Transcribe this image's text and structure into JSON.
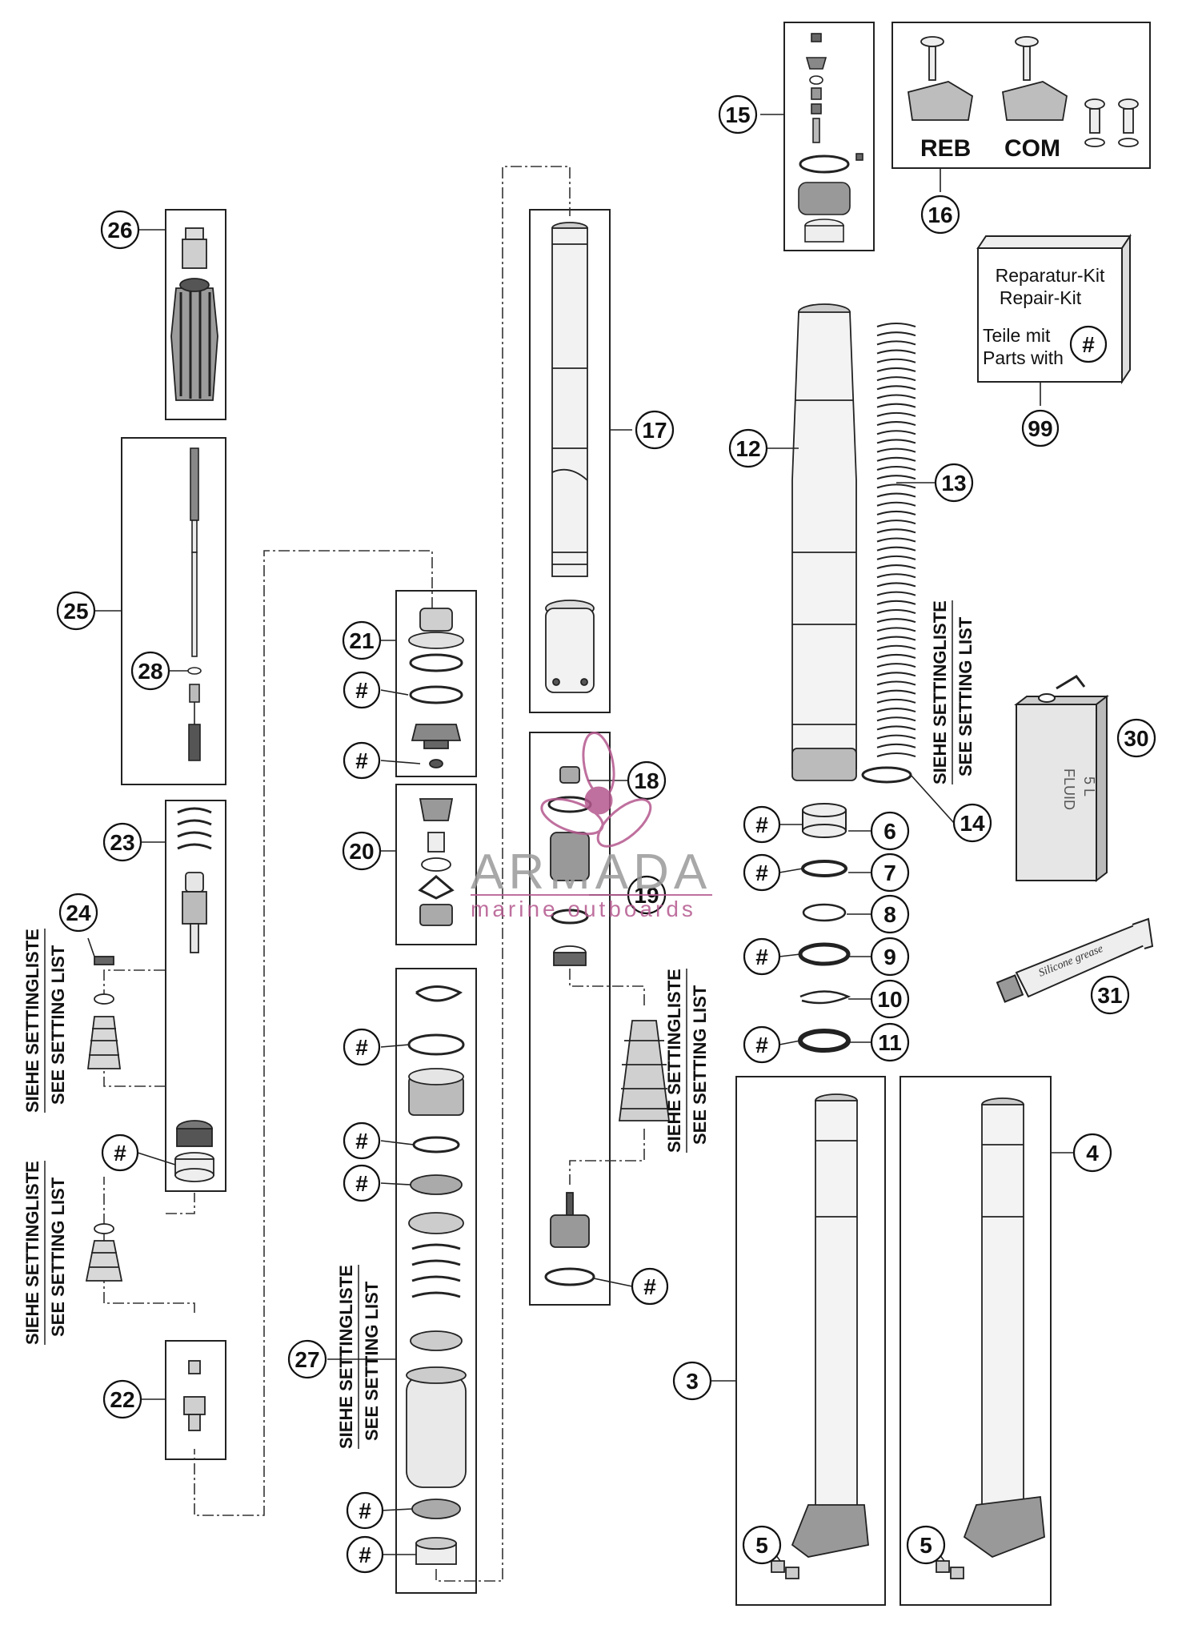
{
  "callouts": {
    "c3": "3",
    "c4": "4",
    "c5a": "5",
    "c5b": "5",
    "c6": "6",
    "c7": "7",
    "c8": "8",
    "c9": "9",
    "c10": "10",
    "c11": "11",
    "c12": "12",
    "c13": "13",
    "c14": "14",
    "c15": "15",
    "c16": "16",
    "c17": "17",
    "c18": "18",
    "c19": "19",
    "c20": "20",
    "c21": "21",
    "c22": "22",
    "c23": "23",
    "c24": "24",
    "c25": "25",
    "c26": "26",
    "c27": "27",
    "c28": "28",
    "c30": "30",
    "c31": "31",
    "c99": "99"
  },
  "hash_symbol": "#",
  "setting_list": {
    "de": "SIEHE SETTINGLISTE",
    "en": "SEE SETTING LIST"
  },
  "adjusters": {
    "rebound": "REB",
    "compression": "COM"
  },
  "repair_kit": {
    "title_de": "Reparatur-Kit",
    "title_en": "Repair-Kit",
    "parts_de": "Teile mit",
    "parts_en": "Parts with"
  },
  "fluid_can": {
    "label": "FLUID",
    "volume": "5 L"
  },
  "grease_tube": {
    "label": "Silicone grease"
  },
  "watermark": {
    "brand": "ARMADA",
    "tagline": "marine outboards"
  },
  "colors": {
    "ink": "#111111",
    "watermark_gray": "#9a9a9a",
    "watermark_pink": "#b4588e"
  }
}
